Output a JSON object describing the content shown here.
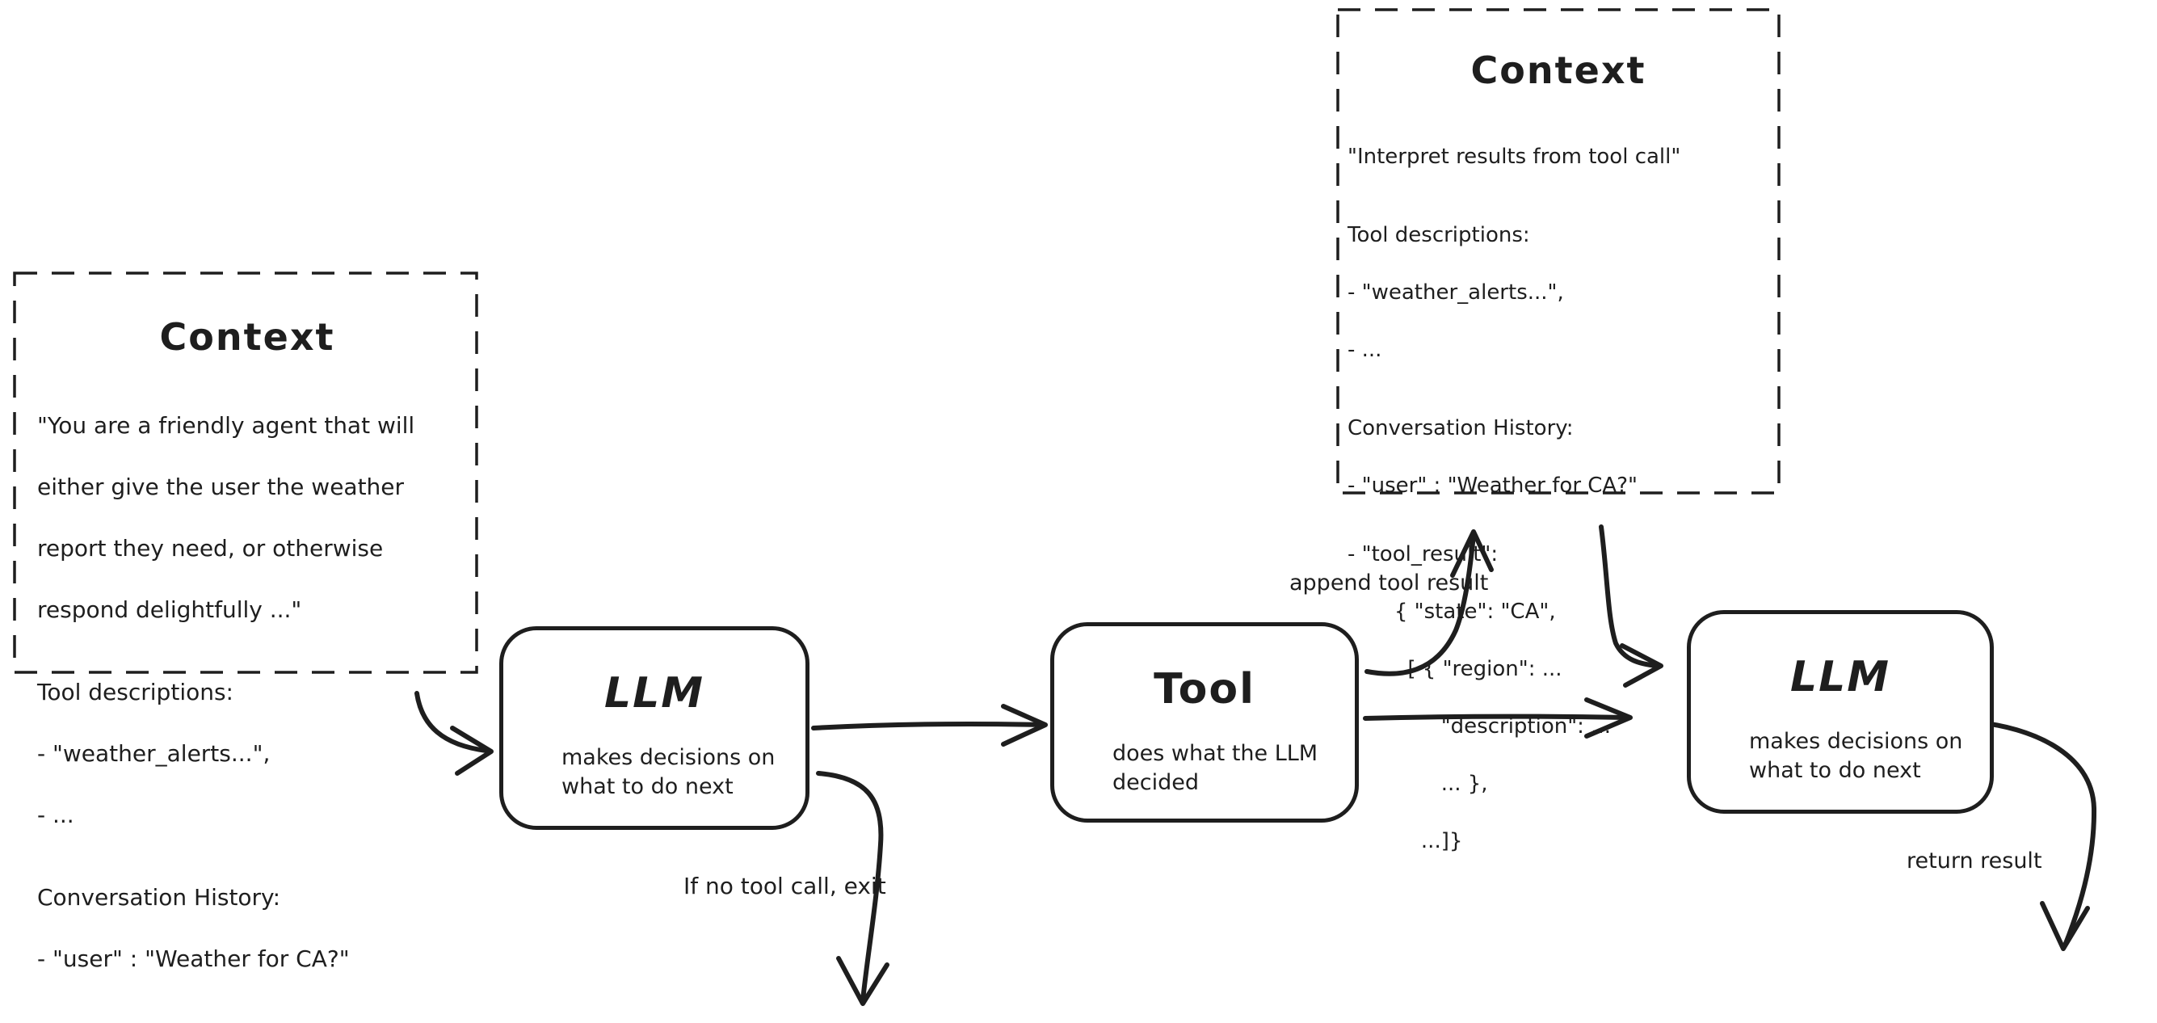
{
  "colors": {
    "ink": "#1e1e1e",
    "background": "#ffffff"
  },
  "context_left": {
    "title": "Context",
    "lines": [
      "\"You are a friendly agent that will",
      "either give the user the weather",
      "report they need, or otherwise",
      "respond delightfully ...\"",
      "Tool descriptions:",
      "- \"weather_alerts...\",",
      "- ...",
      "Conversation History:",
      "- \"user\" : \"Weather for CA?\""
    ]
  },
  "context_right": {
    "title": "Context",
    "lines": [
      "\"Interpret results from tool call\"",
      "Tool descriptions:",
      "- \"weather_alerts...\",",
      "- ...",
      "Conversation History:",
      "- \"user\" : \"Weather for CA?\"",
      "- \"tool_result\":",
      "       { \"state\": \"CA\",",
      "         [ { \"region\": ...",
      "              \"description\": ...",
      "              ... },",
      "           ...]}"
    ]
  },
  "nodes": {
    "llm1": {
      "title": "LLM",
      "subtitle": "makes decisions on\nwhat to do next"
    },
    "tool": {
      "title": "Tool",
      "subtitle": "does what the LLM\ndecided"
    },
    "llm2": {
      "title": "LLM",
      "subtitle": "makes decisions on\nwhat to do next"
    }
  },
  "labels": {
    "append_tool_result": "append tool result",
    "if_no_tool_call": "If no tool call, exit",
    "return_result": "return result"
  }
}
